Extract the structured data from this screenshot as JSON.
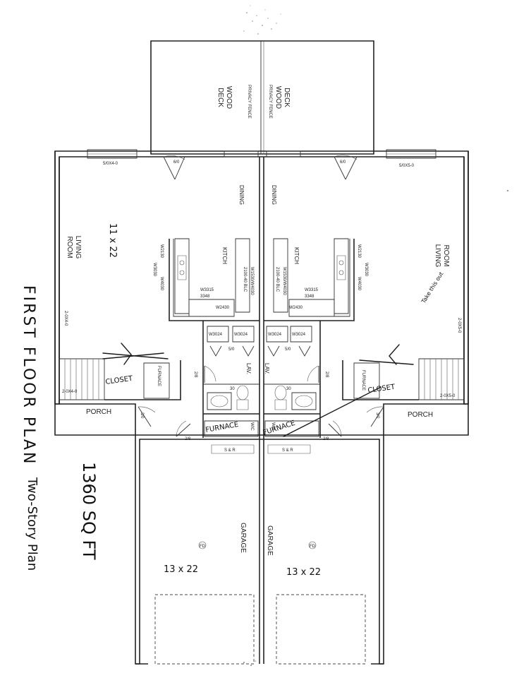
{
  "title": "FIRST FLOOR PLAN",
  "plan_type": "Two-Story Plan",
  "area": "1360 SQ FT",
  "deck": {
    "left_label_line1": "WOOD",
    "left_label_line2": "DECK",
    "right_label_line1": "DECK",
    "right_label_line2": "WOOD",
    "fence": "PRIVACY FENCE"
  },
  "rooms": {
    "dining": "DINING",
    "kitchen": "KITCH",
    "living_line1": "LIVING",
    "living_line2": "ROOM",
    "living_right_line1": "ROOM",
    "living_right_line2": "LIVING",
    "living_size": "11 x 22",
    "lav": "LAV.",
    "porch": "PORCH",
    "garage": "GARAGE",
    "garage_size": "13 x 22",
    "furnace": "FURNACE",
    "wic": "WIC",
    "closet": "CLOSET",
    "furnace_hand": "FURNACE"
  },
  "windows": {
    "rear_left": "5/0X4-0",
    "rear_right": "5/0X5-0",
    "rear_door": "6/0",
    "side_left": "2-0X4-0",
    "side_right": "2-0X5-0",
    "porch_left": "2-0X4-0",
    "porch_right": "2-0X5-0",
    "kitchen_w": "W3315",
    "kitchen_w2": "3348",
    "kitchen_w3": "W4030",
    "kitchen_w4": "W2130",
    "kitchen_w5": "W3030",
    "kitchen_w6": "W2430",
    "kitchen_w7": "W1530",
    "kitchen_w8": "W2430",
    "kitchen_w9": "2100-40 BLC",
    "kitchen_w10": "W1530/W4030",
    "laundry_w": "W3024",
    "lav_door": "5/0",
    "door_28": "2/8",
    "door_30": "3/0",
    "shelf": "S & R",
    "fd": "FD",
    "base_cab": "30",
    "hand_note": "Take this out"
  }
}
